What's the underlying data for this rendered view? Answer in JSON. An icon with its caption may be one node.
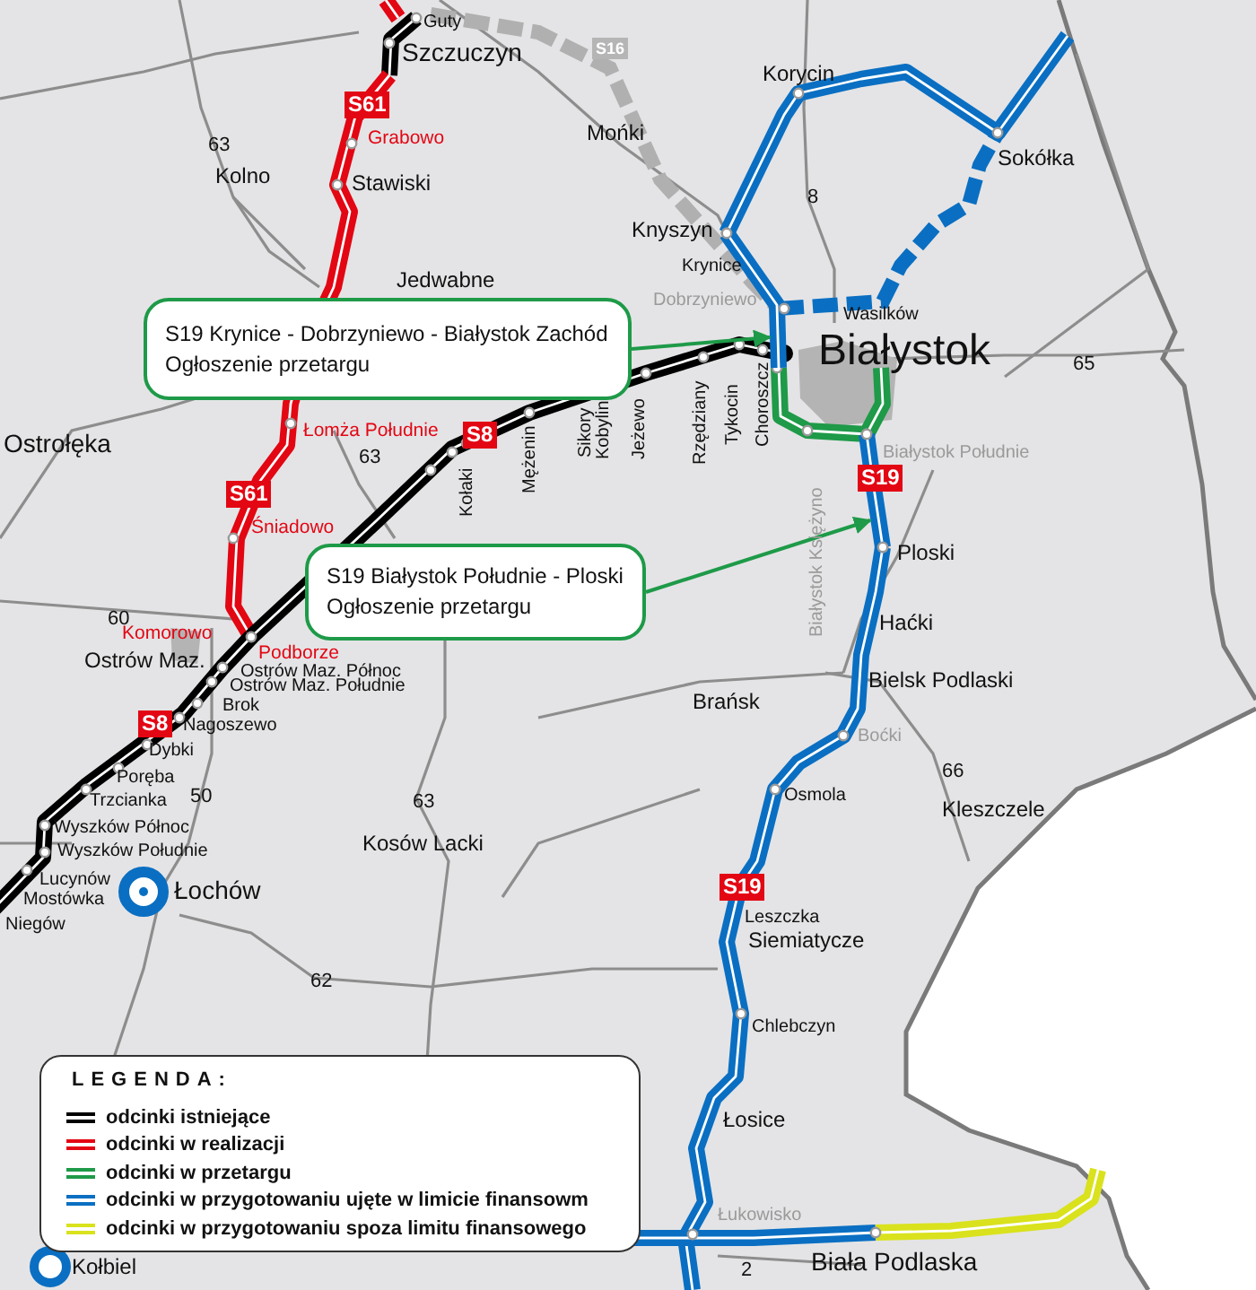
{
  "diagram": {
    "nodes": [
      {
        "text": [
          "S19 Krynice - Dobrzyniewo - Białystok Zachód",
          "Ogłoszenie przetargu"
        ]
      },
      {
        "text": [
          "S19 Białystok Południe - Ploski",
          "Ogłoszenie przetargu"
        ]
      },
      {
        "text": [],
        "shape": "line"
      },
      {
        "text": [],
        "shape": "line"
      }
    ],
    "edges": [
      {
        "from": 0,
        "to": 2,
        "arrow": "to"
      },
      {
        "from": 1,
        "to": 3,
        "arrow": "to"
      }
    ],
    "labels": [
      "Guty",
      "Szczuczyn",
      "S16",
      "Korycin",
      "S61",
      "Grabowo",
      "Sokółka",
      "Mońki",
      "63",
      "Kolno",
      "Stawiski",
      "8",
      "Knyszyn",
      "Krynice",
      "Jedwabne",
      "Dobrzyniewo",
      "Wasilków",
      "Białystok",
      "65",
      "Mężenin",
      "Sikory",
      "Kobylin",
      "Jeżewo",
      "Rzędziany",
      "Tykocin",
      "Choroszcz",
      "Łomża Południe",
      "S8",
      "Ostrołęka",
      "63",
      "Kołaki",
      "Białystok Południe",
      "S19",
      "S61",
      "Śniadowo",
      "Białystok Księżyno",
      "Ploski",
      "Haćki",
      "60",
      "Komorowo",
      "Podborze",
      "Ostrów Maz.",
      "Ostrów Maz. Północ",
      "Ostrów Maz. Południe",
      "Bielsk Podlaski",
      "Brańsk",
      "Brok",
      "S8",
      "Nagoszewo",
      "Boćki",
      "Dybki",
      "66",
      "Poręba",
      "50",
      "Osmola",
      "Trzcianka",
      "Kleszczele",
      "63",
      "Wyszków Północ",
      "Kosów Lacki",
      "Wyszków Południe",
      "Lucynów",
      "Łochów",
      "Mostówka",
      "S19",
      "Leszczka",
      "Niegów",
      "Siemiatycze",
      "62",
      "Chlebczyn",
      "Łosice",
      "LEGENDA:",
      "Łukowisko",
      "Kołbiel",
      "2",
      "Biała Podlaska"
    ],
    "legend": [
      {
        "text": "odcinki istniejące",
        "color": "#000000"
      },
      {
        "text": "odcinki w realizacji",
        "color": "#e30613"
      },
      {
        "text": "odcinki w przetargu",
        "color": "#1e9a48"
      },
      {
        "text": "odcinki w przygotowaniu ujęte w limicie finansowm",
        "color": "#0a6fc2"
      },
      {
        "text": "odcinki w przygotowaniu spoza limitu finansowego",
        "color": "#d9e21c"
      }
    ]
  }
}
